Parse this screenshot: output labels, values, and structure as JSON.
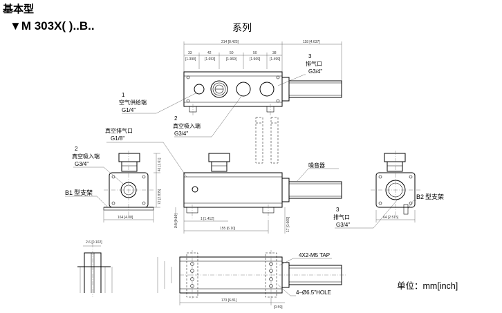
{
  "header": {
    "type_label": "基本型",
    "model_marker": "▼",
    "model_label": "M 303X(  )..B..",
    "series_label": "系列"
  },
  "unit_label": "单位：mm[inch]",
  "callouts": {
    "c1_num": "1",
    "c1_name": "空气供给端",
    "c1_port": "G1/4\"",
    "c2a_num": "2",
    "c2a_name": "真空吸入端",
    "c2a_port": "G3/4\"",
    "c3a_num": "3",
    "c3a_name": "排气口",
    "c3a_port": "G3/4\"",
    "vac_exhaust_name": "真空排气口",
    "vac_exhaust_port": "G1/8\"",
    "c2b_num": "2",
    "c2b_name": "真空吸入端",
    "c2b_port": "G3/4\"",
    "muffler": "噪音器",
    "b1_code": "B1",
    "b1_name": "型支架",
    "b2_code": "B2",
    "b2_name": "型支架",
    "c3b_num": "3",
    "c3b_name": "排气口",
    "c3b_port": "G3/4\"",
    "tap_label": "4X2-M5 TAP",
    "hole_label": "4–Ø6.5\"HOLE"
  },
  "dimensions": {
    "top_overall": "214 [8.425]",
    "top_right": "118 [4.637]",
    "top_segments": [
      "[1.390]",
      "[1.653]",
      "[1.969]",
      "[1.969]",
      "[1.499]"
    ],
    "top_segments_mm": [
      "33",
      "42",
      "50",
      "50",
      "38"
    ],
    "front_d1": "1 [1.412]",
    "front_d2": "155 [6.10]",
    "front_height": "72 [2.835]",
    "front_upper": "41 [1.61]",
    "front_base": "164 [4.08]",
    "left_vert": "2.5 [0.10]",
    "bottom_top": "2.6 [0.102]",
    "bottom_length": "173 [6.81]",
    "bottom_right": "[0.59]",
    "side_base": "64 [2.515]",
    "side_h": "17 [0.669]"
  }
}
